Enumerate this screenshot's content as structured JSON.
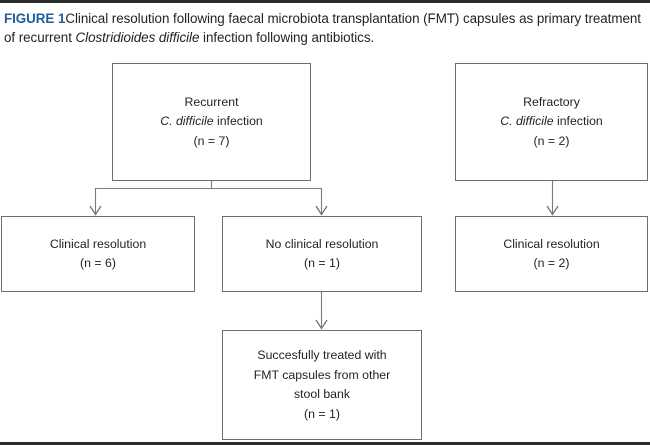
{
  "figure": {
    "label": "FIGURE 1",
    "caption_part1": "Clinical resolution following faecal microbiota transplantation (FMT) capsules as primary treatment of recurrent ",
    "caption_italic": "Clostridioides difficile",
    "caption_part2": " infection following antibiotics.",
    "label_color": "#1f5fa0",
    "text_color": "#231f20",
    "border_color": "#6d6e71",
    "connector_color": "#7a7b7e",
    "background": "#ffffff"
  },
  "chart_data": {
    "type": "diagram",
    "title": "Clinical resolution following faecal microbiota transplantation (FMT) capsules as primary treatment of recurrent Clostridioides difficile infection following antibiotics.",
    "nodes": [
      {
        "id": "recurrent",
        "line1": "Recurrent",
        "italic": "C. difficile",
        "line2": " infection",
        "count": "(n = 7)",
        "n": 7
      },
      {
        "id": "refractory",
        "line1": "Refractory",
        "italic": "C. difficile",
        "line2": " infection",
        "count": "(n = 2)",
        "n": 2
      },
      {
        "id": "res_left",
        "line1": "Clinical resolution",
        "count": "(n = 6)",
        "n": 6
      },
      {
        "id": "no_res",
        "line1": "No clinical resolution",
        "count": "(n = 1)",
        "n": 1
      },
      {
        "id": "res_right",
        "line1": "Clinical resolution",
        "count": "(n = 2)",
        "n": 2
      },
      {
        "id": "success",
        "line1": "Succesfully treated with",
        "line2": "FMT capsules from other",
        "line3": "stool bank",
        "count": "(n = 1)",
        "n": 1
      }
    ],
    "edges": [
      {
        "from": "recurrent",
        "to": "res_left"
      },
      {
        "from": "recurrent",
        "to": "no_res"
      },
      {
        "from": "refractory",
        "to": "res_right"
      },
      {
        "from": "no_res",
        "to": "success"
      }
    ]
  },
  "boxes": {
    "recurrent": {
      "line1": "Recurrent",
      "italic": "C. difficile",
      "line2_tail": " infection",
      "count": "(n = 7)"
    },
    "refractory": {
      "line1": "Refractory",
      "italic": "C. difficile",
      "line2_tail": " infection",
      "count": "(n = 2)"
    },
    "resolution_left": {
      "line1": "Clinical resolution",
      "count": "(n = 6)"
    },
    "no_resolution": {
      "line1": "No clinical resolution",
      "count": "(n = 1)"
    },
    "resolution_right": {
      "line1": "Clinical resolution",
      "count": "(n = 2)"
    },
    "success": {
      "line1": "Succesfully treated with",
      "line2": "FMT capsules from other",
      "line3": "stool bank",
      "count": "(n = 1)"
    }
  }
}
